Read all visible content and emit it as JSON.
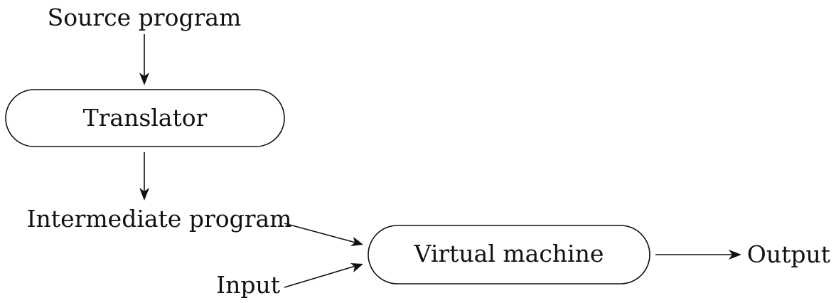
{
  "nodes": {
    "source_program": "Source program",
    "translator": "Translator",
    "intermediate_program": "Intermediate program",
    "input": "Input",
    "virtual_machine": "Virtual machine",
    "output": "Output"
  },
  "edges": [
    {
      "from": "source_program",
      "to": "translator"
    },
    {
      "from": "translator",
      "to": "intermediate_program"
    },
    {
      "from": "intermediate_program",
      "to": "virtual_machine"
    },
    {
      "from": "input",
      "to": "virtual_machine"
    },
    {
      "from": "virtual_machine",
      "to": "output"
    }
  ]
}
